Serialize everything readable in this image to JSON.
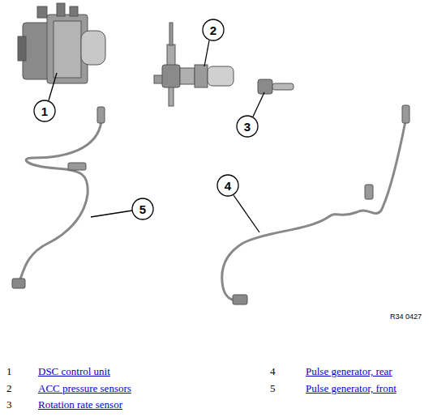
{
  "diagram": {
    "labels": [
      "1",
      "2",
      "3",
      "4",
      "5",
      "R34 0427",
      "1",
      "DSC control unit",
      "2",
      "ACC pressure sensors",
      "3",
      "Rotation rate sensor",
      "4",
      "Pulse generator, rear",
      "5",
      "Pulse generator, front"
    ]
  }
}
